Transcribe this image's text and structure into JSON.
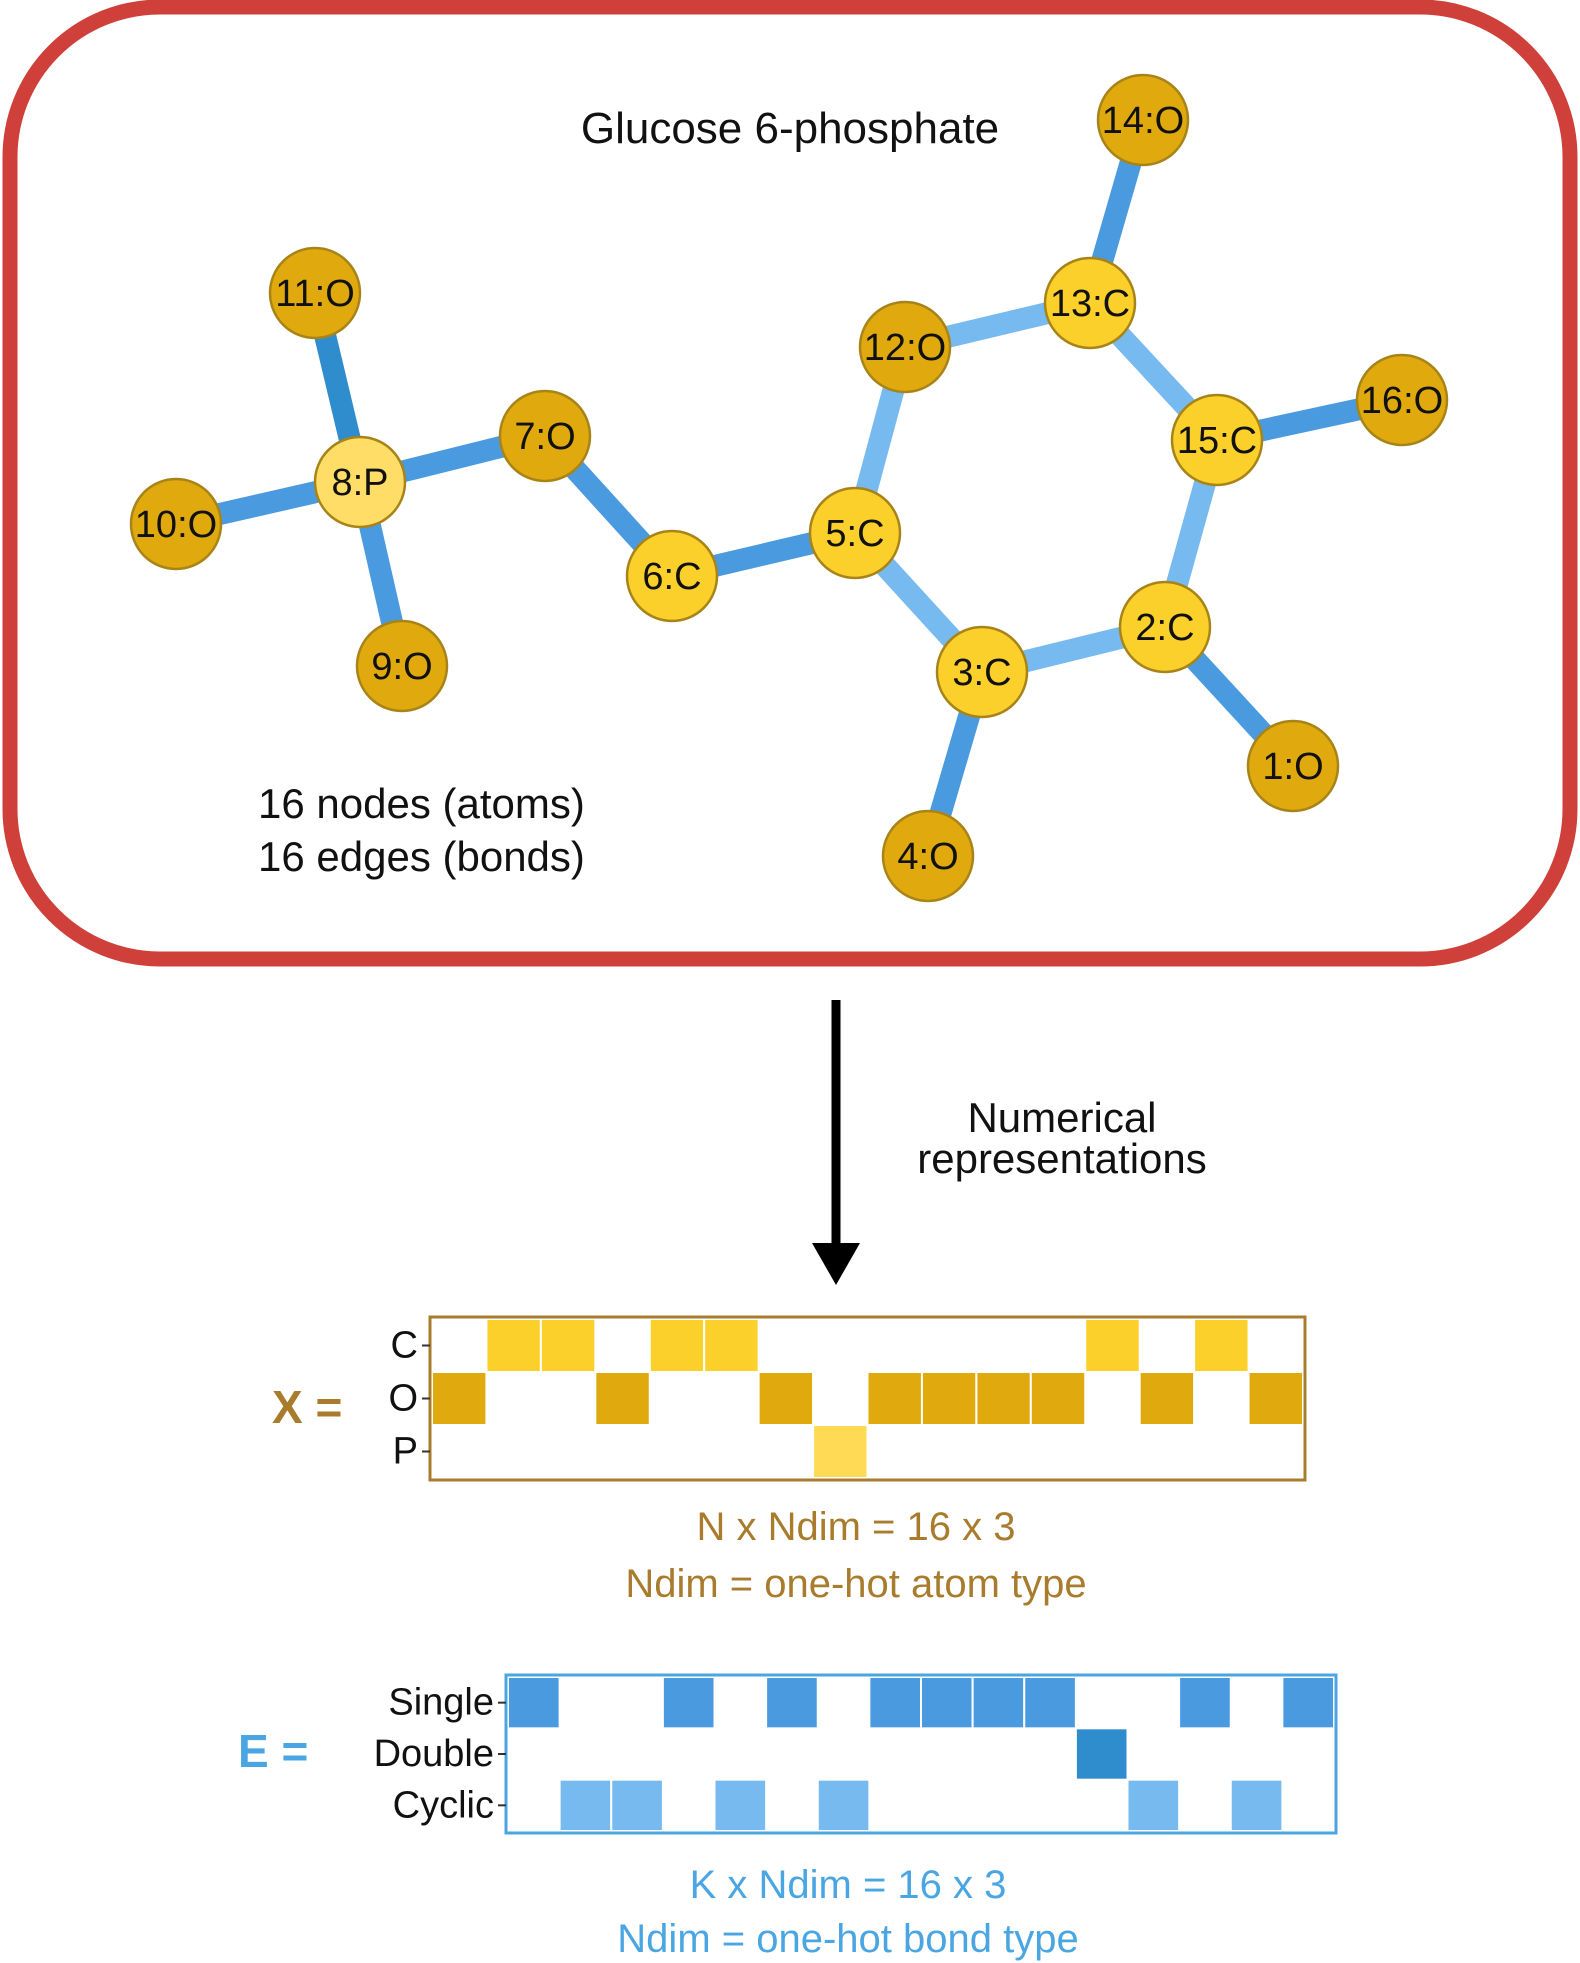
{
  "molecule": {
    "title": "Glucose 6-phosphate",
    "stats": [
      "16 nodes (atoms)",
      "16 edges (bonds)"
    ],
    "colors": {
      "frame": "#d0403a",
      "node_C": "#fcd02a",
      "node_O": "#e0aa0e",
      "node_P": "#ffdd66",
      "node_stroke": "#a88418",
      "bond_single": "#4a9ae0",
      "bond_double": "#2f8ccd",
      "bond_cyclic": "#76baf0"
    },
    "nodes": [
      {
        "id": 1,
        "label": "1:O",
        "el": "O"
      },
      {
        "id": 2,
        "label": "2:C",
        "el": "C"
      },
      {
        "id": 3,
        "label": "3:C",
        "el": "C"
      },
      {
        "id": 4,
        "label": "4:O",
        "el": "O"
      },
      {
        "id": 5,
        "label": "5:C",
        "el": "C"
      },
      {
        "id": 6,
        "label": "6:C",
        "el": "C"
      },
      {
        "id": 7,
        "label": "7:O",
        "el": "O"
      },
      {
        "id": 8,
        "label": "8:P",
        "el": "P"
      },
      {
        "id": 9,
        "label": "9:O",
        "el": "O"
      },
      {
        "id": 10,
        "label": "10:O",
        "el": "O"
      },
      {
        "id": 11,
        "label": "11:O",
        "el": "O"
      },
      {
        "id": 12,
        "label": "12:O",
        "el": "O"
      },
      {
        "id": 13,
        "label": "13:C",
        "el": "C"
      },
      {
        "id": 14,
        "label": "14:O",
        "el": "O"
      },
      {
        "id": 15,
        "label": "15:C",
        "el": "C"
      },
      {
        "id": 16,
        "label": "16:O",
        "el": "O"
      }
    ],
    "edges": [
      {
        "a": 8,
        "b": 11,
        "type": "double"
      },
      {
        "a": 8,
        "b": 10,
        "type": "single"
      },
      {
        "a": 8,
        "b": 9,
        "type": "single"
      },
      {
        "a": 8,
        "b": 7,
        "type": "single"
      },
      {
        "a": 7,
        "b": 6,
        "type": "single"
      },
      {
        "a": 6,
        "b": 5,
        "type": "single"
      },
      {
        "a": 5,
        "b": 12,
        "type": "cyclic"
      },
      {
        "a": 12,
        "b": 13,
        "type": "cyclic"
      },
      {
        "a": 13,
        "b": 14,
        "type": "single"
      },
      {
        "a": 13,
        "b": 15,
        "type": "cyclic"
      },
      {
        "a": 15,
        "b": 16,
        "type": "single"
      },
      {
        "a": 15,
        "b": 2,
        "type": "cyclic"
      },
      {
        "a": 2,
        "b": 1,
        "type": "single"
      },
      {
        "a": 2,
        "b": 3,
        "type": "cyclic"
      },
      {
        "a": 3,
        "b": 4,
        "type": "single"
      },
      {
        "a": 3,
        "b": 5,
        "type": "cyclic"
      }
    ]
  },
  "arrow": {
    "label_lines": [
      "Numerical",
      "representations"
    ],
    "color": "#000000"
  },
  "x_matrix": {
    "symbol": "X =",
    "color": "#a87c2c",
    "rows": [
      "C",
      "O",
      "P"
    ],
    "row_colors": [
      "#fcd02a",
      "#e0aa0e",
      "#ffdb55"
    ],
    "cells": [
      [
        0,
        1,
        1,
        0,
        1,
        1,
        0,
        0,
        0,
        0,
        0,
        0,
        1,
        0,
        1,
        0
      ],
      [
        1,
        0,
        0,
        1,
        0,
        0,
        1,
        0,
        1,
        1,
        1,
        1,
        0,
        1,
        0,
        1
      ],
      [
        0,
        0,
        0,
        0,
        0,
        0,
        0,
        1,
        0,
        0,
        0,
        0,
        0,
        0,
        0,
        0
      ]
    ],
    "captions": [
      "N x Ndim = 16 x 3",
      "Ndim = one-hot atom type"
    ]
  },
  "e_matrix": {
    "symbol": "E =",
    "color": "#4aa6e2",
    "rows": [
      "Single",
      "Double",
      "Cyclic"
    ],
    "row_colors": [
      "#4a9ae0",
      "#2f8ccd",
      "#76baf0"
    ],
    "cells": [
      [
        1,
        0,
        0,
        1,
        0,
        1,
        0,
        1,
        1,
        1,
        1,
        0,
        0,
        1,
        0,
        1
      ],
      [
        0,
        0,
        0,
        0,
        0,
        0,
        0,
        0,
        0,
        0,
        0,
        1,
        0,
        0,
        0,
        0
      ],
      [
        0,
        1,
        1,
        0,
        1,
        0,
        1,
        0,
        0,
        0,
        0,
        0,
        1,
        0,
        1,
        0
      ]
    ],
    "captions": [
      "K x Ndim = 16 x 3",
      "Ndim = one-hot bond type"
    ]
  }
}
